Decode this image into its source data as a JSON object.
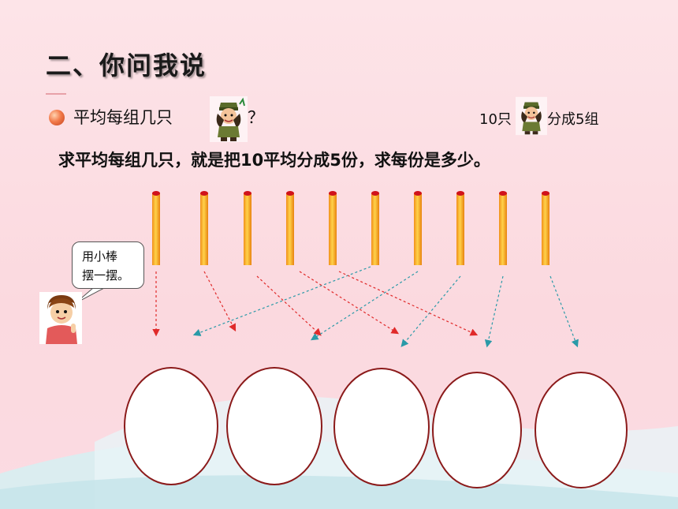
{
  "slide": {
    "title": "二、你问我说",
    "question": "平均每组几只",
    "question_mark": "？",
    "given_count": "10只",
    "given_groups": "分成5组",
    "explanation": "求平均每组几只，就是把10平均分成5份，求每份是多少。",
    "bubble_line1": "用小棒",
    "bubble_line2": "摆一摆。",
    "stick_count": 10,
    "circle_count": 5
  },
  "colors": {
    "background": "#fbdbe2",
    "stick": "#f5a21a",
    "stick_cap": "#d0121b",
    "circle_stroke": "#8b1a1a",
    "arrow_red": "#e02a2a",
    "arrow_teal": "#2a9aa8"
  },
  "icons": [
    "soldier-icon",
    "bullet-icon",
    "boy-icon"
  ]
}
